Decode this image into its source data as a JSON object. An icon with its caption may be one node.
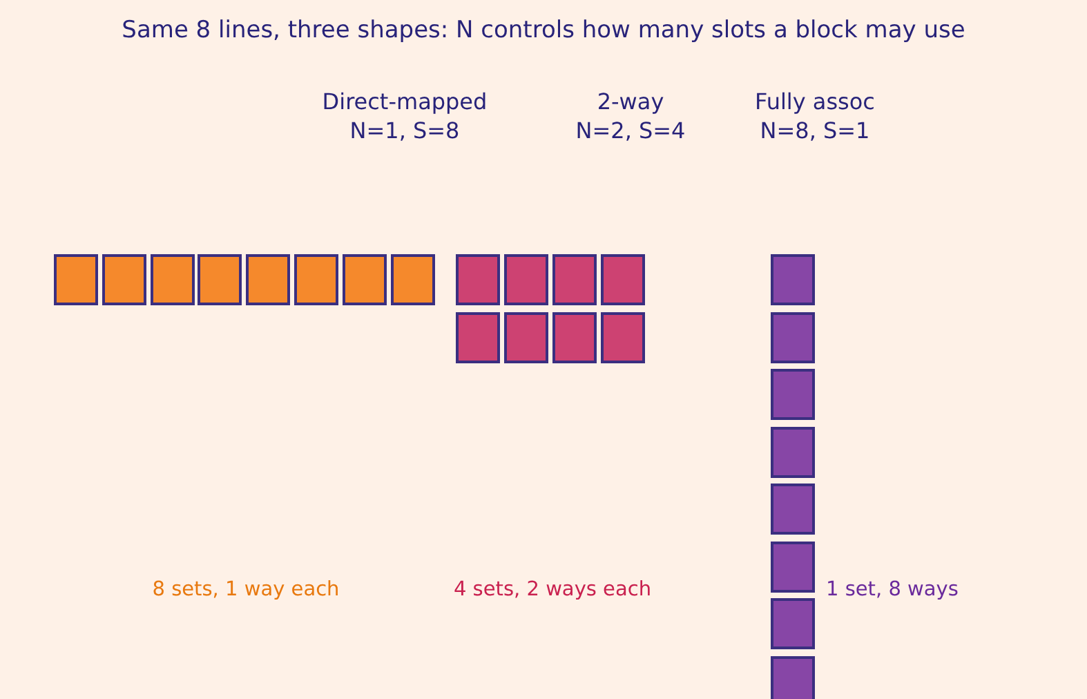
{
  "diagram": {
    "title": "Same 8 lines, three shapes: N controls how many slots a block may use",
    "nodes": [
      {
        "text": [],
        "shape": "box"
      },
      {
        "text": [],
        "shape": "box"
      },
      {
        "text": [],
        "shape": "box"
      },
      {
        "text": [],
        "shape": "box"
      },
      {
        "text": [],
        "shape": "box"
      },
      {
        "text": [],
        "shape": "box"
      },
      {
        "text": [],
        "shape": "box"
      },
      {
        "text": [],
        "shape": "box"
      },
      {
        "text": [],
        "shape": "box"
      },
      {
        "text": [],
        "shape": "box"
      },
      {
        "text": [],
        "shape": "box"
      },
      {
        "text": [],
        "shape": "box"
      },
      {
        "text": [],
        "shape": "box"
      },
      {
        "text": [],
        "shape": "box"
      },
      {
        "text": [],
        "shape": "box"
      },
      {
        "text": [],
        "shape": "box"
      },
      {
        "text": [],
        "shape": "box"
      },
      {
        "text": [],
        "shape": "box"
      },
      {
        "text": [],
        "shape": "box"
      },
      {
        "text": [],
        "shape": "box"
      },
      {
        "text": [],
        "shape": "box"
      },
      {
        "text": [],
        "shape": "box"
      },
      {
        "text": [],
        "shape": "box"
      },
      {
        "text": [],
        "shape": "box"
      }
    ],
    "labels": [
      "Direct-mapped N=1, S=8",
      "2-way N=2, S=4",
      "Fully assoc N=8, S=1",
      "8 sets, 1 way each",
      "4 sets, 2 ways each",
      "1 set, 8 ways"
    ]
  }
}
